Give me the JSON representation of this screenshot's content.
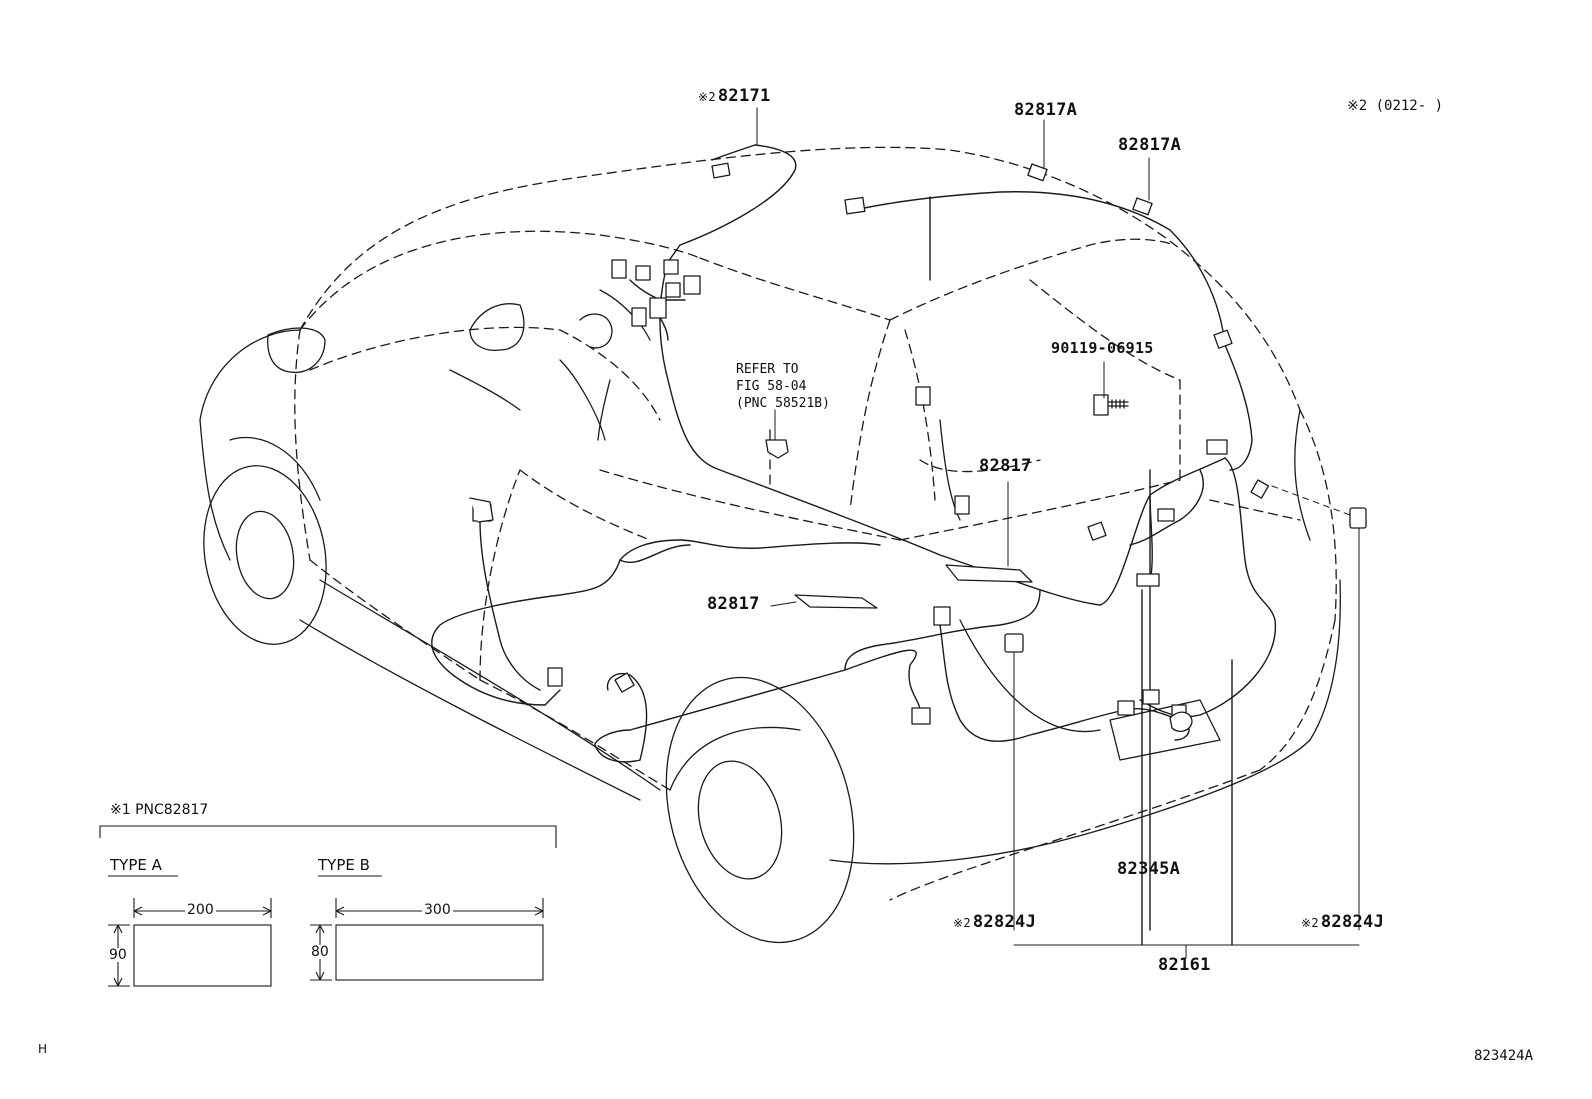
{
  "callouts": {
    "p82171": {
      "mark": "※2",
      "part": "82171"
    },
    "p82817A_1": "82817A",
    "p82817A_2": "82817A",
    "range_note": "※2 (0212-     )",
    "p90119": "90119-06915",
    "refer": [
      "REFER TO",
      "FIG 58-04",
      "(PNC 58521B)"
    ],
    "p82817_a": "82817",
    "p82817_b": "82817",
    "p82345A": "82345A",
    "p82824J_left": {
      "mark": "※2",
      "part": "82824J"
    },
    "p82824J_right": {
      "mark": "※2",
      "part": "82824J"
    },
    "p82161": "82161"
  },
  "inset": {
    "header": "※1 PNC82817",
    "type_a": {
      "title": "TYPE A",
      "width": "200",
      "height": "90"
    },
    "type_b": {
      "title": "TYPE B",
      "width": "300",
      "height": "80"
    }
  },
  "footer": {
    "left_mark": "H",
    "figure_id": "823424A"
  },
  "colors": {
    "line": "#1a1a1a",
    "background": "#ffffff"
  }
}
